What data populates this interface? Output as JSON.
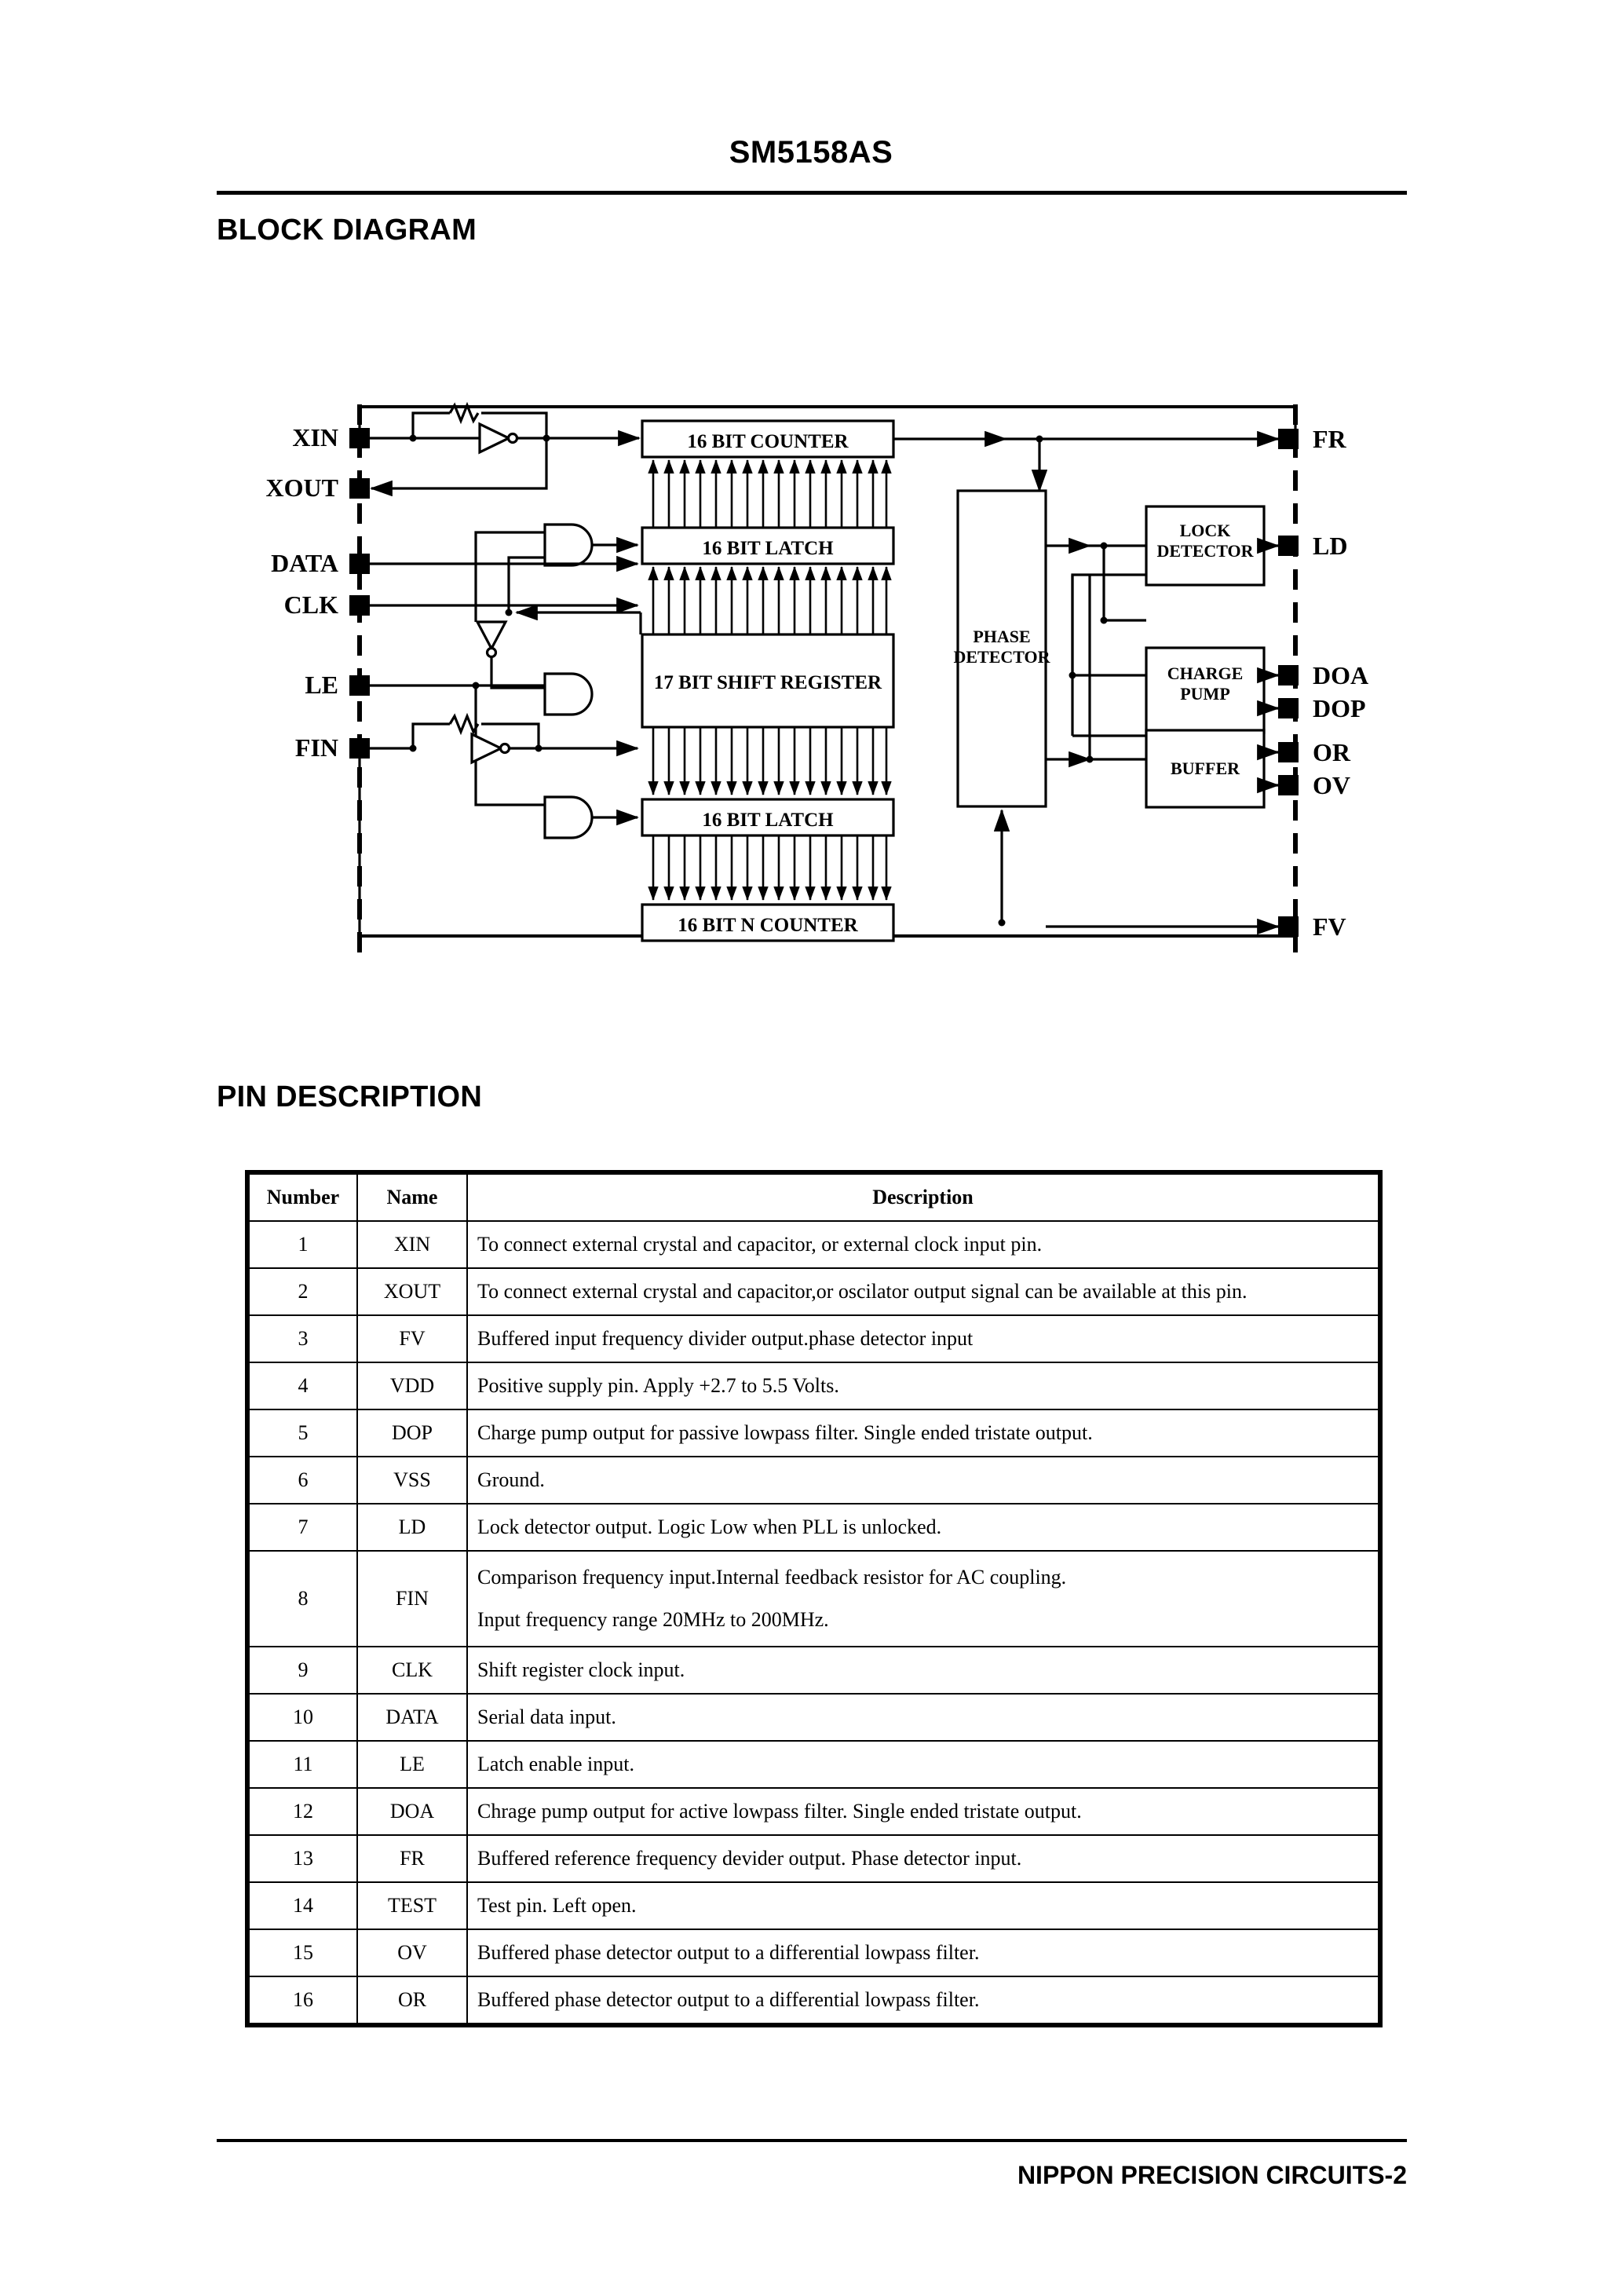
{
  "header": {
    "title": "SM5158AS"
  },
  "sections": {
    "block_diagram": "BLOCK DIAGRAM",
    "pin_description": "PIN DESCRIPTION"
  },
  "footer": {
    "text": "NIPPON PRECISION CIRCUITS-2"
  },
  "block_diagram": {
    "left_pins": [
      {
        "label": "XIN"
      },
      {
        "label": "XOUT"
      },
      {
        "label": "DATA"
      },
      {
        "label": "CLK"
      },
      {
        "label": "LE"
      },
      {
        "label": "FIN"
      }
    ],
    "right_pins": [
      {
        "label": "FR"
      },
      {
        "label": "LD"
      },
      {
        "label": "DOA"
      },
      {
        "label": "DOP"
      },
      {
        "label": "OR"
      },
      {
        "label": "OV"
      },
      {
        "label": "FV"
      }
    ],
    "blocks": [
      {
        "id": "counter",
        "label": "16 BIT  COUNTER"
      },
      {
        "id": "latch_top",
        "label": "16 BIT LATCH"
      },
      {
        "id": "shiftreg",
        "label": "17 BIT SHIFT REGISTER"
      },
      {
        "id": "latch_bot",
        "label": "16 BIT LATCH"
      },
      {
        "id": "ncounter",
        "label": "16 BIT N COUNTER"
      },
      {
        "id": "phasedet",
        "label_l1": "PHASE",
        "label_l2": "DETECTOR"
      },
      {
        "id": "lockdet",
        "label_l1": "LOCK",
        "label_l2": "DETECTOR"
      },
      {
        "id": "chargepump",
        "label_l1": "CHARGE",
        "label_l2": "PUMP"
      },
      {
        "id": "buffer",
        "label": "BUFFER"
      }
    ]
  },
  "pin_table": {
    "columns": [
      "Number",
      "Name",
      "Description"
    ],
    "rows": [
      {
        "number": "1",
        "name": "XIN",
        "desc": "To connect external crystal and capacitor, or external clock input pin."
      },
      {
        "number": "2",
        "name": "XOUT",
        "desc": "To connect external crystal and capacitor,or oscilator output signal can be available at this pin."
      },
      {
        "number": "3",
        "name": "FV",
        "desc": "Buffered input frequency divider output.phase detector input"
      },
      {
        "number": "4",
        "name": "VDD",
        "desc": "Positive supply pin. Apply +2.7 to 5.5 Volts."
      },
      {
        "number": "5",
        "name": "DOP",
        "desc": "Charge pump output for passive lowpass filter. Single ended tristate output."
      },
      {
        "number": "6",
        "name": "VSS",
        "desc": "Ground."
      },
      {
        "number": "7",
        "name": "LD",
        "desc": "Lock detector output. Logic Low when PLL is unlocked."
      },
      {
        "number": "8",
        "name": "FIN",
        "desc": "Comparison frequency input.Internal feedback resistor for AC coupling.",
        "desc2": "Input frequency range 20MHz to 200MHz."
      },
      {
        "number": "9",
        "name": "CLK",
        "desc": "Shift register clock input."
      },
      {
        "number": "10",
        "name": "DATA",
        "desc": "Serial data input."
      },
      {
        "number": "11",
        "name": "LE",
        "desc": "Latch enable input."
      },
      {
        "number": "12",
        "name": "DOA",
        "desc": " Chrage pump output for active lowpass filter. Single ended tristate output."
      },
      {
        "number": "13",
        "name": "FR",
        "desc": "Buffered reference frequency devider output. Phase detector input."
      },
      {
        "number": "14",
        "name": "TEST",
        "desc": "Test pin. Left open."
      },
      {
        "number": "15",
        "name": "OV",
        "desc": "Buffered phase detector output to a differential lowpass filter."
      },
      {
        "number": "16",
        "name": "OR",
        "desc": "Buffered phase detector output to a differential lowpass filter."
      }
    ]
  },
  "colors": {
    "ink": "#000000",
    "paper": "#ffffff"
  }
}
